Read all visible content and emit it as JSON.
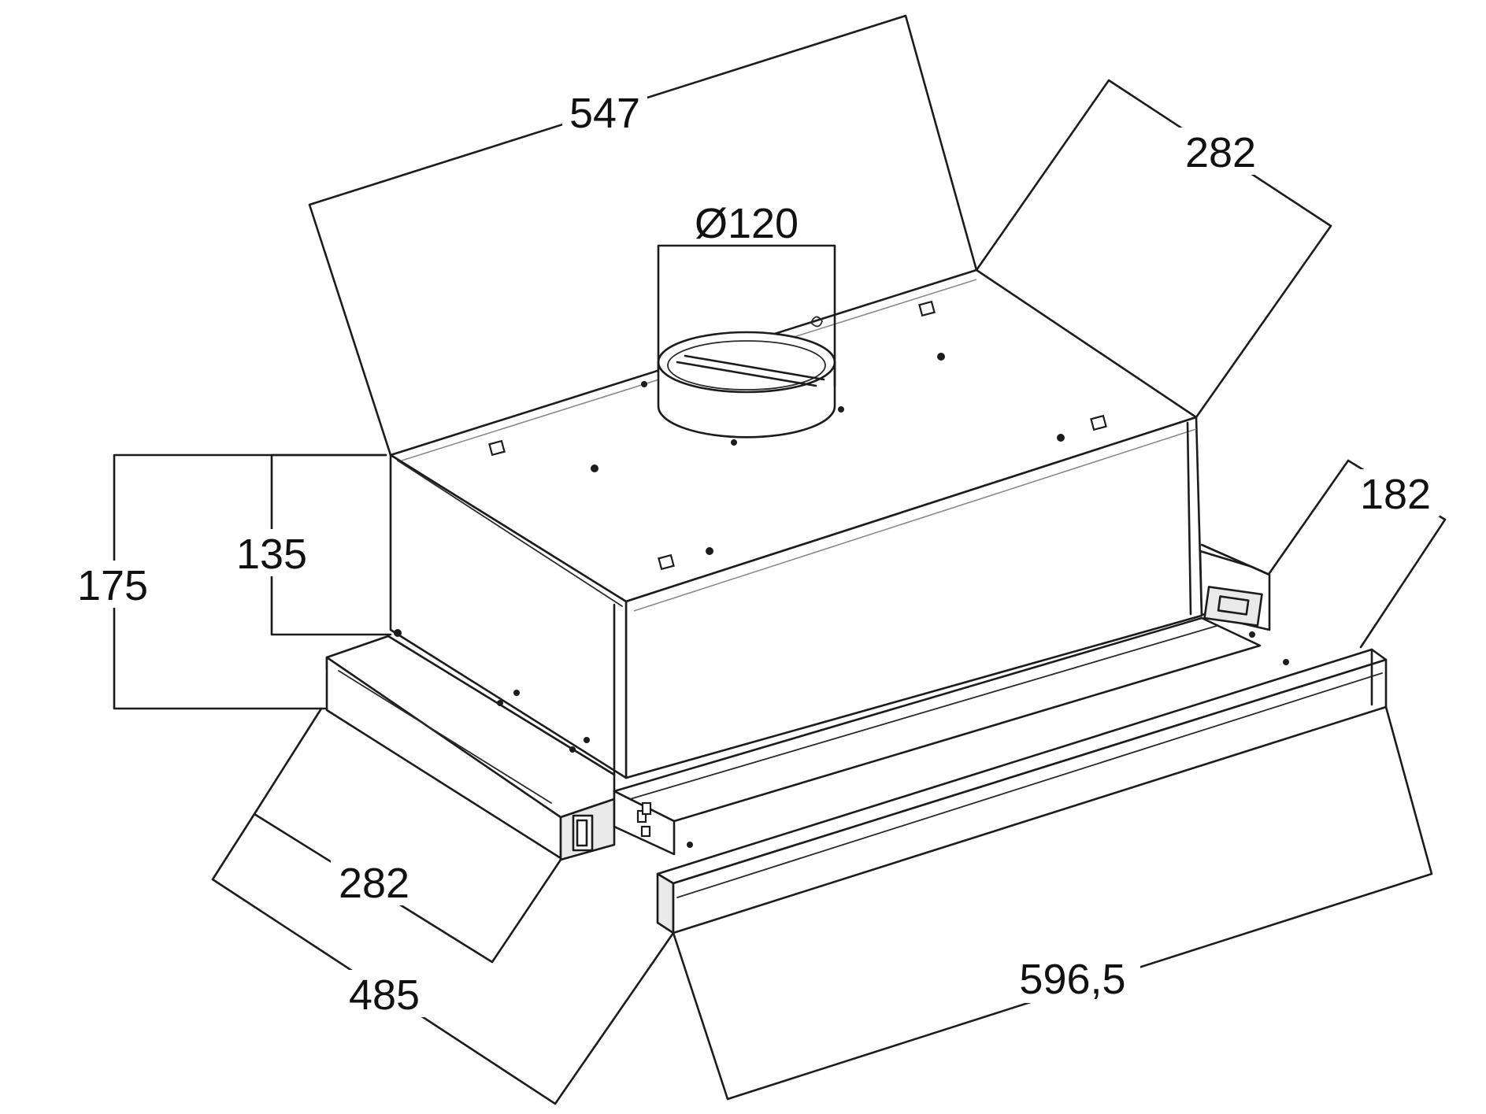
{
  "dimensions": {
    "top_width": "547",
    "top_depth": "282",
    "duct_diameter": "Ø120",
    "height_total": "175",
    "height_body": "135",
    "side_depth_right": "182",
    "bottom_depth": "282",
    "overall_depth": "485",
    "overall_width": "596,5"
  },
  "colors": {
    "line": "#1c1c1c",
    "background": "#ffffff"
  }
}
